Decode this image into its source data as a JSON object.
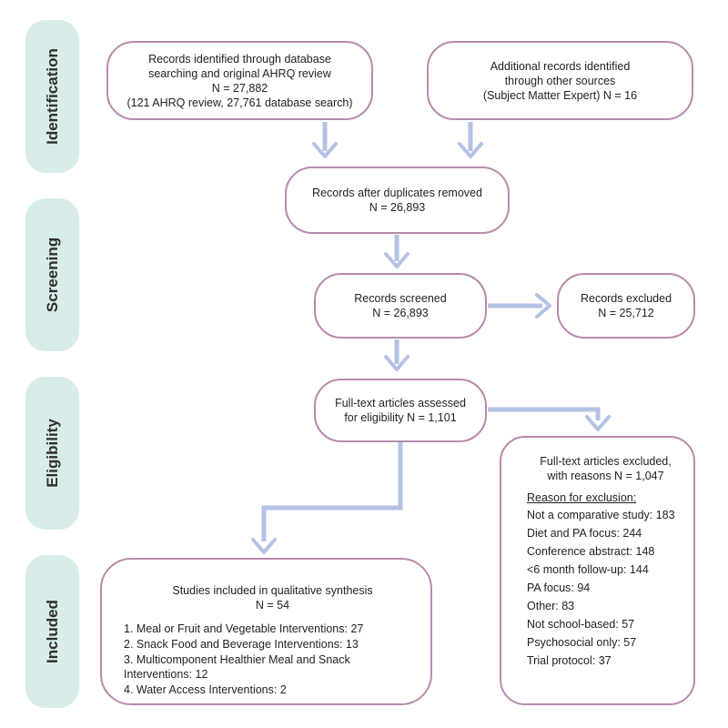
{
  "phases": {
    "identification": "Identification",
    "screening": "Screening",
    "eligibility": "Eligibility",
    "included": "Included"
  },
  "boxes": {
    "identified_db": {
      "lines": [
        "Records identified through database",
        "searching and original AHRQ review",
        "N = 27,882",
        "(121 AHRQ review, 27,761 database search)"
      ]
    },
    "identified_other": {
      "lines": [
        "Additional records identified",
        "through other sources",
        "(Subject Matter Expert) N = 16"
      ]
    },
    "after_duplicates": {
      "lines": [
        "Records after duplicates removed",
        "N = 26,893"
      ]
    },
    "screened": {
      "lines": [
        "Records screened",
        "N = 26,893"
      ]
    },
    "excluded": {
      "lines": [
        "Records excluded",
        "N = 25,712"
      ]
    },
    "fulltext_assessed": {
      "lines": [
        "Full-text articles assessed",
        "for eligibility N = 1,101"
      ]
    },
    "fulltext_excluded": {
      "heading": [
        "Full-text articles excluded,",
        "with reasons N = 1,047"
      ],
      "reason_title": "Reason for exclusion:",
      "reasons": [
        "Not a comparative study: 183",
        "Diet and PA focus: 244",
        "Conference abstract: 148",
        "<6 month follow-up: 144",
        "PA focus: 94",
        "Other: 83",
        "Not school-based: 57",
        "Psychosocial only: 57",
        "Trial protocol: 37"
      ]
    },
    "included": {
      "heading": [
        "Studies included in qualitative synthesis",
        "N = 54"
      ],
      "items": [
        "1. Meal or Fruit and Vegetable Interventions: 27",
        "2. Snack Food and Beverage Interventions: 13",
        "3. Multicomponent Healthier Meal and Snack Interventions: 12",
        "4. Water Access Interventions: 2"
      ]
    }
  },
  "colors": {
    "arrow": "#b4c2e4",
    "border": "#b88aac",
    "phase_bg": "#d8ede9"
  }
}
